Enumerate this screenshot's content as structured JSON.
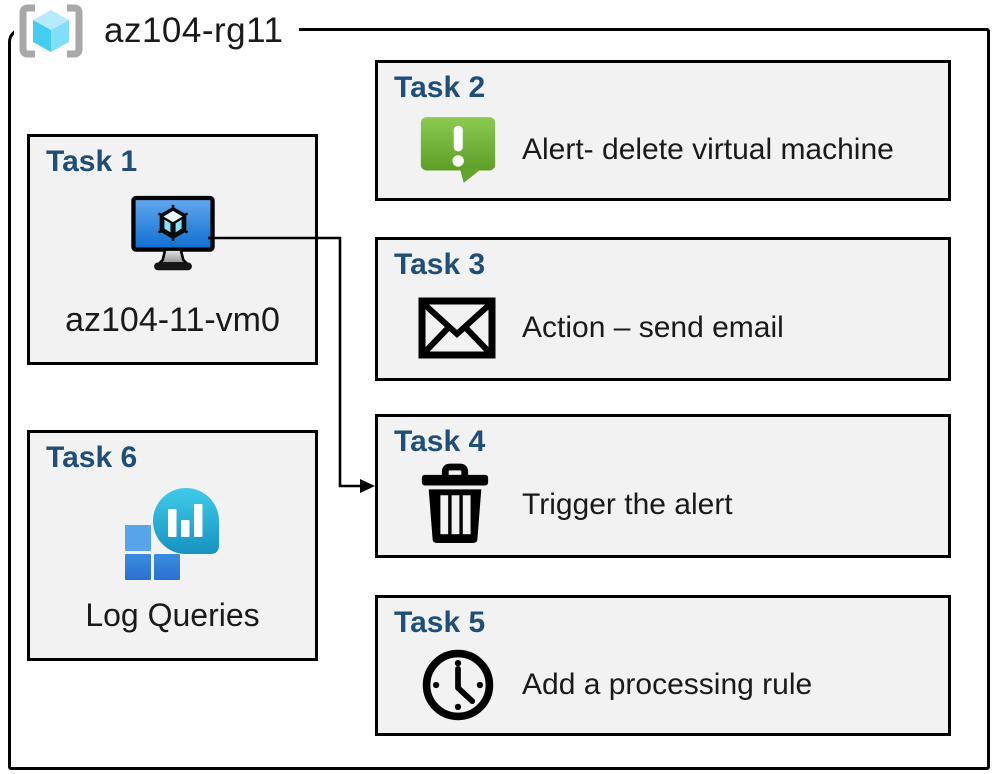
{
  "diagram": {
    "title": "az104-rg11",
    "type": "azure-resource-group-lab-diagram"
  },
  "tasks": {
    "task1": {
      "title": "Task 1",
      "label": "az104-11-vm0",
      "icon": "virtual-machine-icon"
    },
    "task2": {
      "title": "Task 2",
      "label": "Alert- delete virtual machine",
      "icon": "alert-icon"
    },
    "task3": {
      "title": "Task 3",
      "label": "Action – send email",
      "icon": "email-envelope-icon"
    },
    "task4": {
      "title": "Task 4",
      "label": "Trigger the alert",
      "icon": "trash-icon"
    },
    "task5": {
      "title": "Task 5",
      "label": "Add a processing rule",
      "icon": "clock-icon"
    },
    "task6": {
      "title": "Task 6",
      "label": "Log Queries",
      "icon": "log-queries-icon"
    }
  },
  "connector": {
    "from": "task1-virtual-machine",
    "to": "task4",
    "style": "elbow-arrow"
  },
  "colors": {
    "task_title_blue": "#1F4E79",
    "box_fill_gray": "#F2F2F2",
    "outline_black": "#000000",
    "alert_green_top": "#8CCB52",
    "alert_green_bottom": "#5E9E27",
    "vm_screen_blue_top": "#64A9EF",
    "vm_screen_blue_bottom": "#0E6CD0",
    "log_droplet_teal_top": "#40CBE9",
    "log_droplet_teal_bottom": "#1792C0",
    "log_square_blue": "#2D7ED9",
    "rg_cube_cyan": "#4FD2F4",
    "rg_bracket_gray": "#A8A8A8"
  }
}
